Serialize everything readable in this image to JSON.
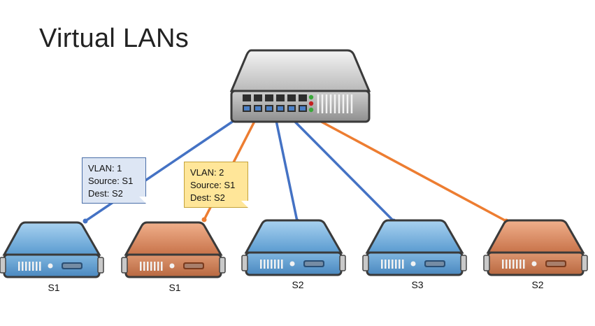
{
  "title": "Virtual LANs",
  "colors": {
    "blue_link": "#4472c4",
    "orange_link": "#ed7d31",
    "blue_server": "#6aa8d8",
    "orange_server": "#d98a5f",
    "note_blue_fill": "#dde6f4",
    "note_yellow_fill": "#ffe699"
  },
  "switch": {
    "icon": "network-switch-icon"
  },
  "servers": [
    {
      "label": "S1",
      "color": "blue"
    },
    {
      "label": "S1",
      "color": "orange"
    },
    {
      "label": "S2",
      "color": "blue"
    },
    {
      "label": "S3",
      "color": "blue"
    },
    {
      "label": "S2",
      "color": "orange"
    }
  ],
  "notes": [
    {
      "lines": [
        "VLAN: 1",
        "Source: S1",
        "Dest:  S2"
      ],
      "color": "blue"
    },
    {
      "lines": [
        "VLAN: 2",
        "Source: S1",
        "Dest:  S2"
      ],
      "color": "yellow"
    }
  ]
}
